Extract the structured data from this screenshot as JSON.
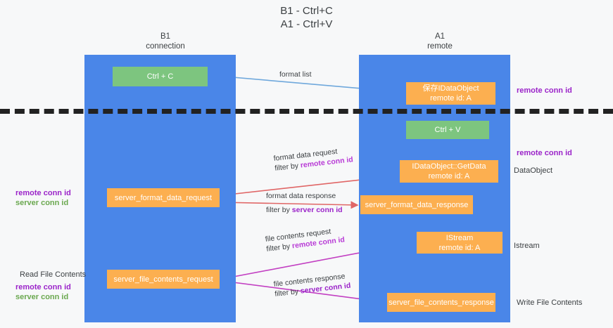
{
  "title": {
    "line1": "B1 - Ctrl+C",
    "line2": "A1 - Ctrl+V"
  },
  "columns": [
    {
      "id": "b1",
      "name": "B1",
      "role": "connection"
    },
    {
      "id": "a1",
      "name": "A1",
      "role": "remote"
    }
  ],
  "nodes": {
    "ctrl_c": {
      "line1": "Ctrl + C",
      "line2": "",
      "color": "#7dc57f"
    },
    "save_idataobject": {
      "line1": "保存IDataObject",
      "line2": "remote id: A",
      "color": "#fcaf50"
    },
    "ctrl_v": {
      "line1": "Ctrl + V",
      "line2": "",
      "color": "#7dc57f"
    },
    "getdata": {
      "line1": "IDataObject::GetData",
      "line2": "remote id: A",
      "color": "#fcaf50"
    },
    "server_format_data_request": {
      "line1": "server_format_data_request",
      "line2": "",
      "color": "#fcaf50"
    },
    "server_format_data_response": {
      "line1": "server_format_data_response",
      "line2": "",
      "color": "#fcaf50"
    },
    "istream": {
      "line1": "IStream",
      "line2": "remote id: A",
      "color": "#fcaf50"
    },
    "server_file_contents_request": {
      "line1": "server_file_contents_request",
      "line2": "",
      "color": "#fcaf50"
    },
    "server_file_contents_response": {
      "line1": "server_file_contents_response",
      "line2": "",
      "color": "#fcaf50"
    }
  },
  "edge_labels": {
    "format_list": "format list",
    "format_data_request": "format data request",
    "format_data_request_filter_prefix": "filter by ",
    "format_data_request_filter_key": "remote conn id",
    "format_data_response": "format data response",
    "format_data_response_filter_prefix": "filter by ",
    "format_data_response_filter_key": "server conn id",
    "file_contents_request": "file contents request",
    "file_contents_request_filter_prefix": "filter by ",
    "file_contents_request_filter_key": "remote conn id",
    "file_contents_response": "file contents response",
    "file_contents_response_filter_prefix": "filter by ",
    "file_contents_response_filter_key": "server conn id"
  },
  "side_captions": {
    "remote_conn_id_top": "remote conn id",
    "remote_conn_id_mid": "remote conn id",
    "dataobject": "DataObject",
    "istream": "Istream",
    "write_file_contents": "Write File Contents"
  },
  "left_captions": {
    "remote_conn_id_1": "remote conn id",
    "server_conn_id_1": "server conn id",
    "read_file_contents": "Read File Contents",
    "remote_conn_id_2": "remote conn id",
    "server_conn_id_2": "server conn id"
  },
  "colors": {
    "lane": "#4a86e8",
    "green_node": "#7dc57f",
    "orange_node": "#fcaf50",
    "divider": "#222222",
    "purple_text": "#9b24c9",
    "green_text": "#6aa84f",
    "arrow_blue": "#6fa8dc",
    "arrow_red": "#e06666",
    "arrow_magenta": "#c23fc2",
    "arrow_black": "#1a1a1a",
    "background": "#f7f8f9"
  }
}
